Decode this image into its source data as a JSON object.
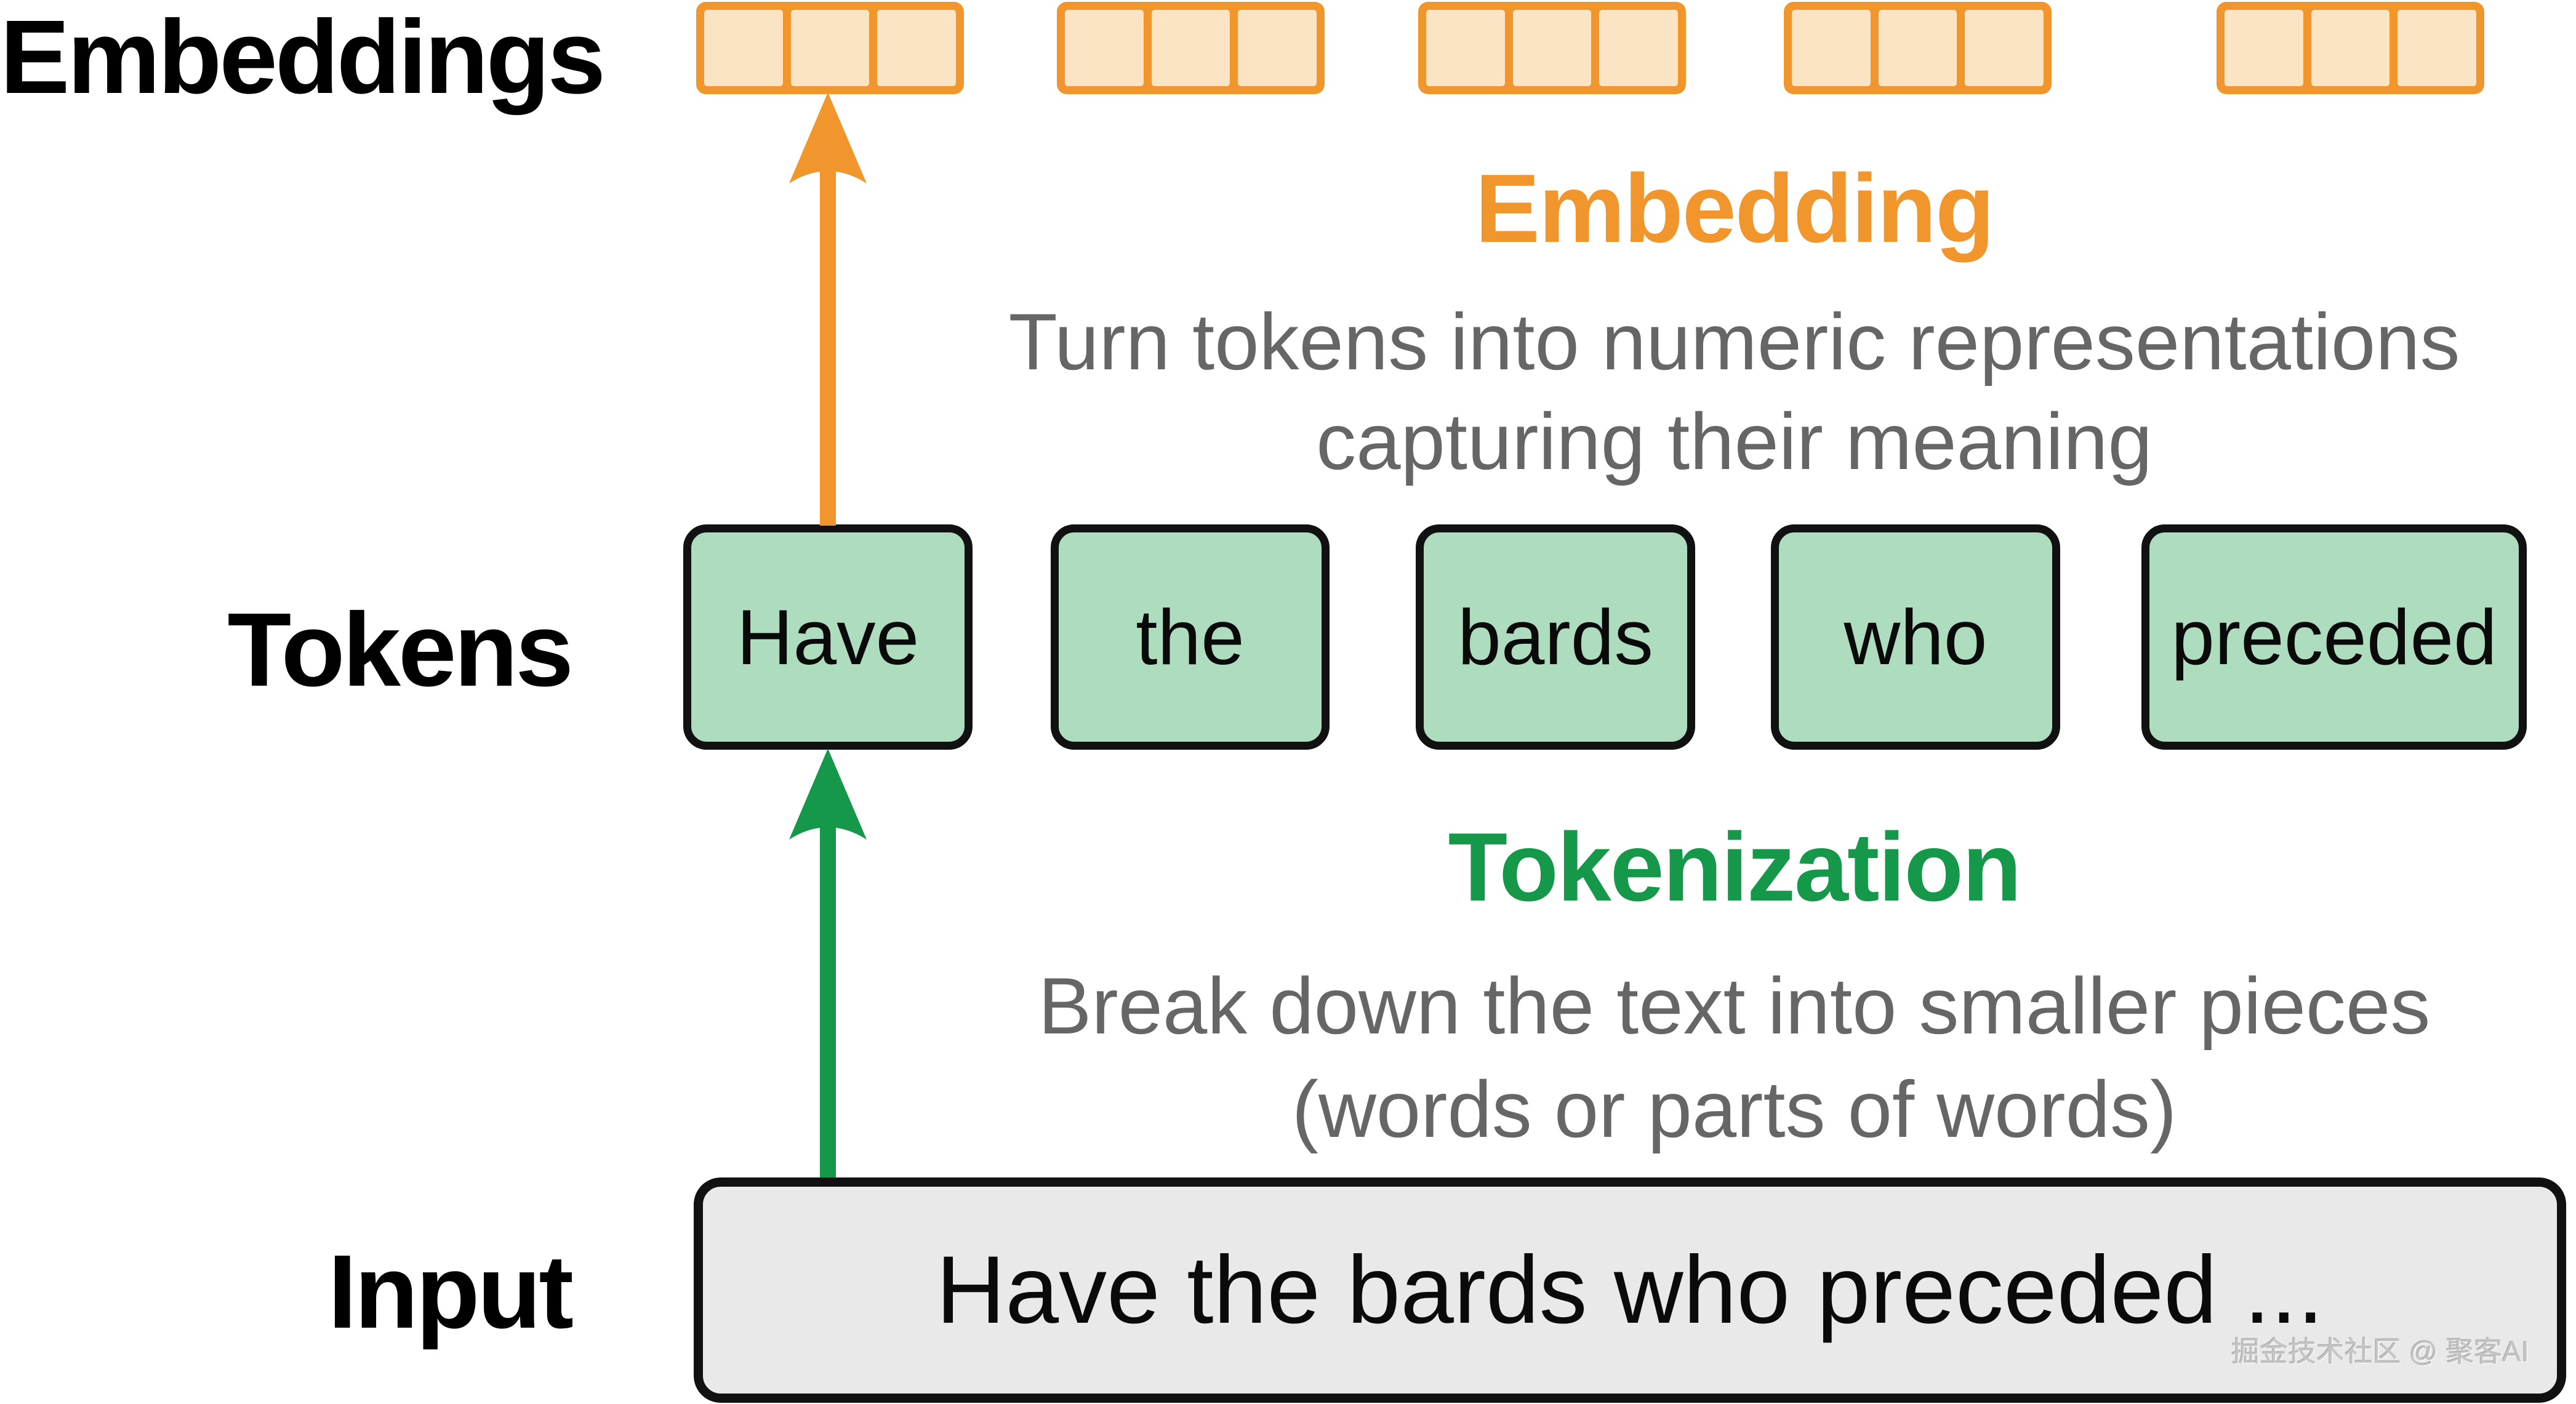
{
  "diagram": {
    "row_labels": {
      "embeddings": "Embeddings",
      "tokens": "Tokens",
      "input": "Input"
    },
    "embeddings_row": {
      "grid_count": 5,
      "cells_per_grid": 3
    },
    "tokens_row": {
      "tokens": [
        "Have",
        "the",
        "bards",
        "who",
        "preceded"
      ]
    },
    "embedding_step": {
      "title": "Embedding",
      "description_line1": "Turn tokens into numeric representations",
      "description_line2": "capturing their meaning"
    },
    "tokenization_step": {
      "title": "Tokenization",
      "description_line1": "Break down the text into smaller pieces",
      "description_line2": "(words or parts of words)"
    },
    "input_row": {
      "text": "Have the bards who preceded ...",
      "watermark": "掘金技术社区 @ 聚客AI"
    },
    "colors": {
      "orange": "#F0962D",
      "orange_fill": "#FAE4C4",
      "green": "#16984A",
      "token_fill": "#AEDCBE",
      "gray_text": "#666666",
      "input_fill": "#E9E9E9",
      "black": "#111111",
      "watermark_gray": "#C6C6C6"
    }
  }
}
